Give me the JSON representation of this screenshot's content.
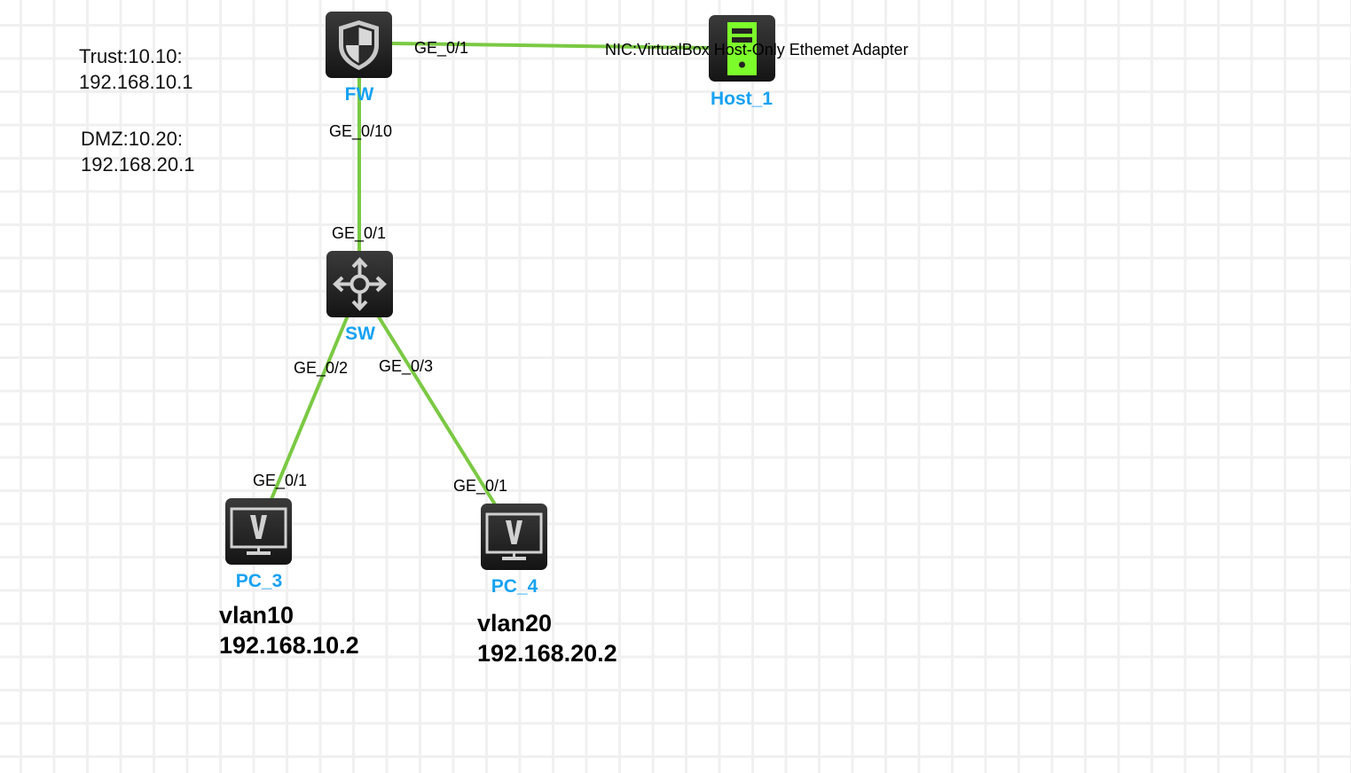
{
  "diagram": {
    "link_color": "#7ac943",
    "label_color": "#16a2f2",
    "nodes": {
      "fw": {
        "label": "FW",
        "type": "firewall",
        "icon": "shield-icon"
      },
      "host1": {
        "label": "Host_1",
        "type": "host",
        "icon": "server-tower-icon",
        "icon_color": "#7cfc2a"
      },
      "sw": {
        "label": "SW",
        "type": "switch",
        "icon": "four-way-arrows-icon"
      },
      "pc3": {
        "label": "PC_3",
        "type": "pc",
        "icon": "monitor-v-icon"
      },
      "pc4": {
        "label": "PC_4",
        "type": "pc",
        "icon": "monitor-v-icon"
      }
    },
    "links": [
      {
        "from": "fw",
        "to": "host1",
        "from_port": "GE_0/1",
        "to_port": "NIC:VirtualBox Host-Only Ethemet Adapter"
      },
      {
        "from": "fw",
        "to": "sw",
        "from_port": "GE_0/10",
        "to_port": "GE_0/1"
      },
      {
        "from": "sw",
        "to": "pc3",
        "from_port": "GE_0/2",
        "to_port": "GE_0/1"
      },
      {
        "from": "sw",
        "to": "pc4",
        "from_port": "GE_0/3",
        "to_port": "GE_0/1"
      }
    ],
    "notes": {
      "trust_line1": "Trust:10.10:",
      "trust_line2": "192.168.10.1",
      "dmz_line1": "DMZ:10.20:",
      "dmz_line2": "192.168.20.1",
      "pc3_vlan": "vlan10",
      "pc3_ip": "192.168.10.2",
      "pc4_vlan": "vlan20",
      "pc4_ip": "192.168.20.2"
    }
  }
}
